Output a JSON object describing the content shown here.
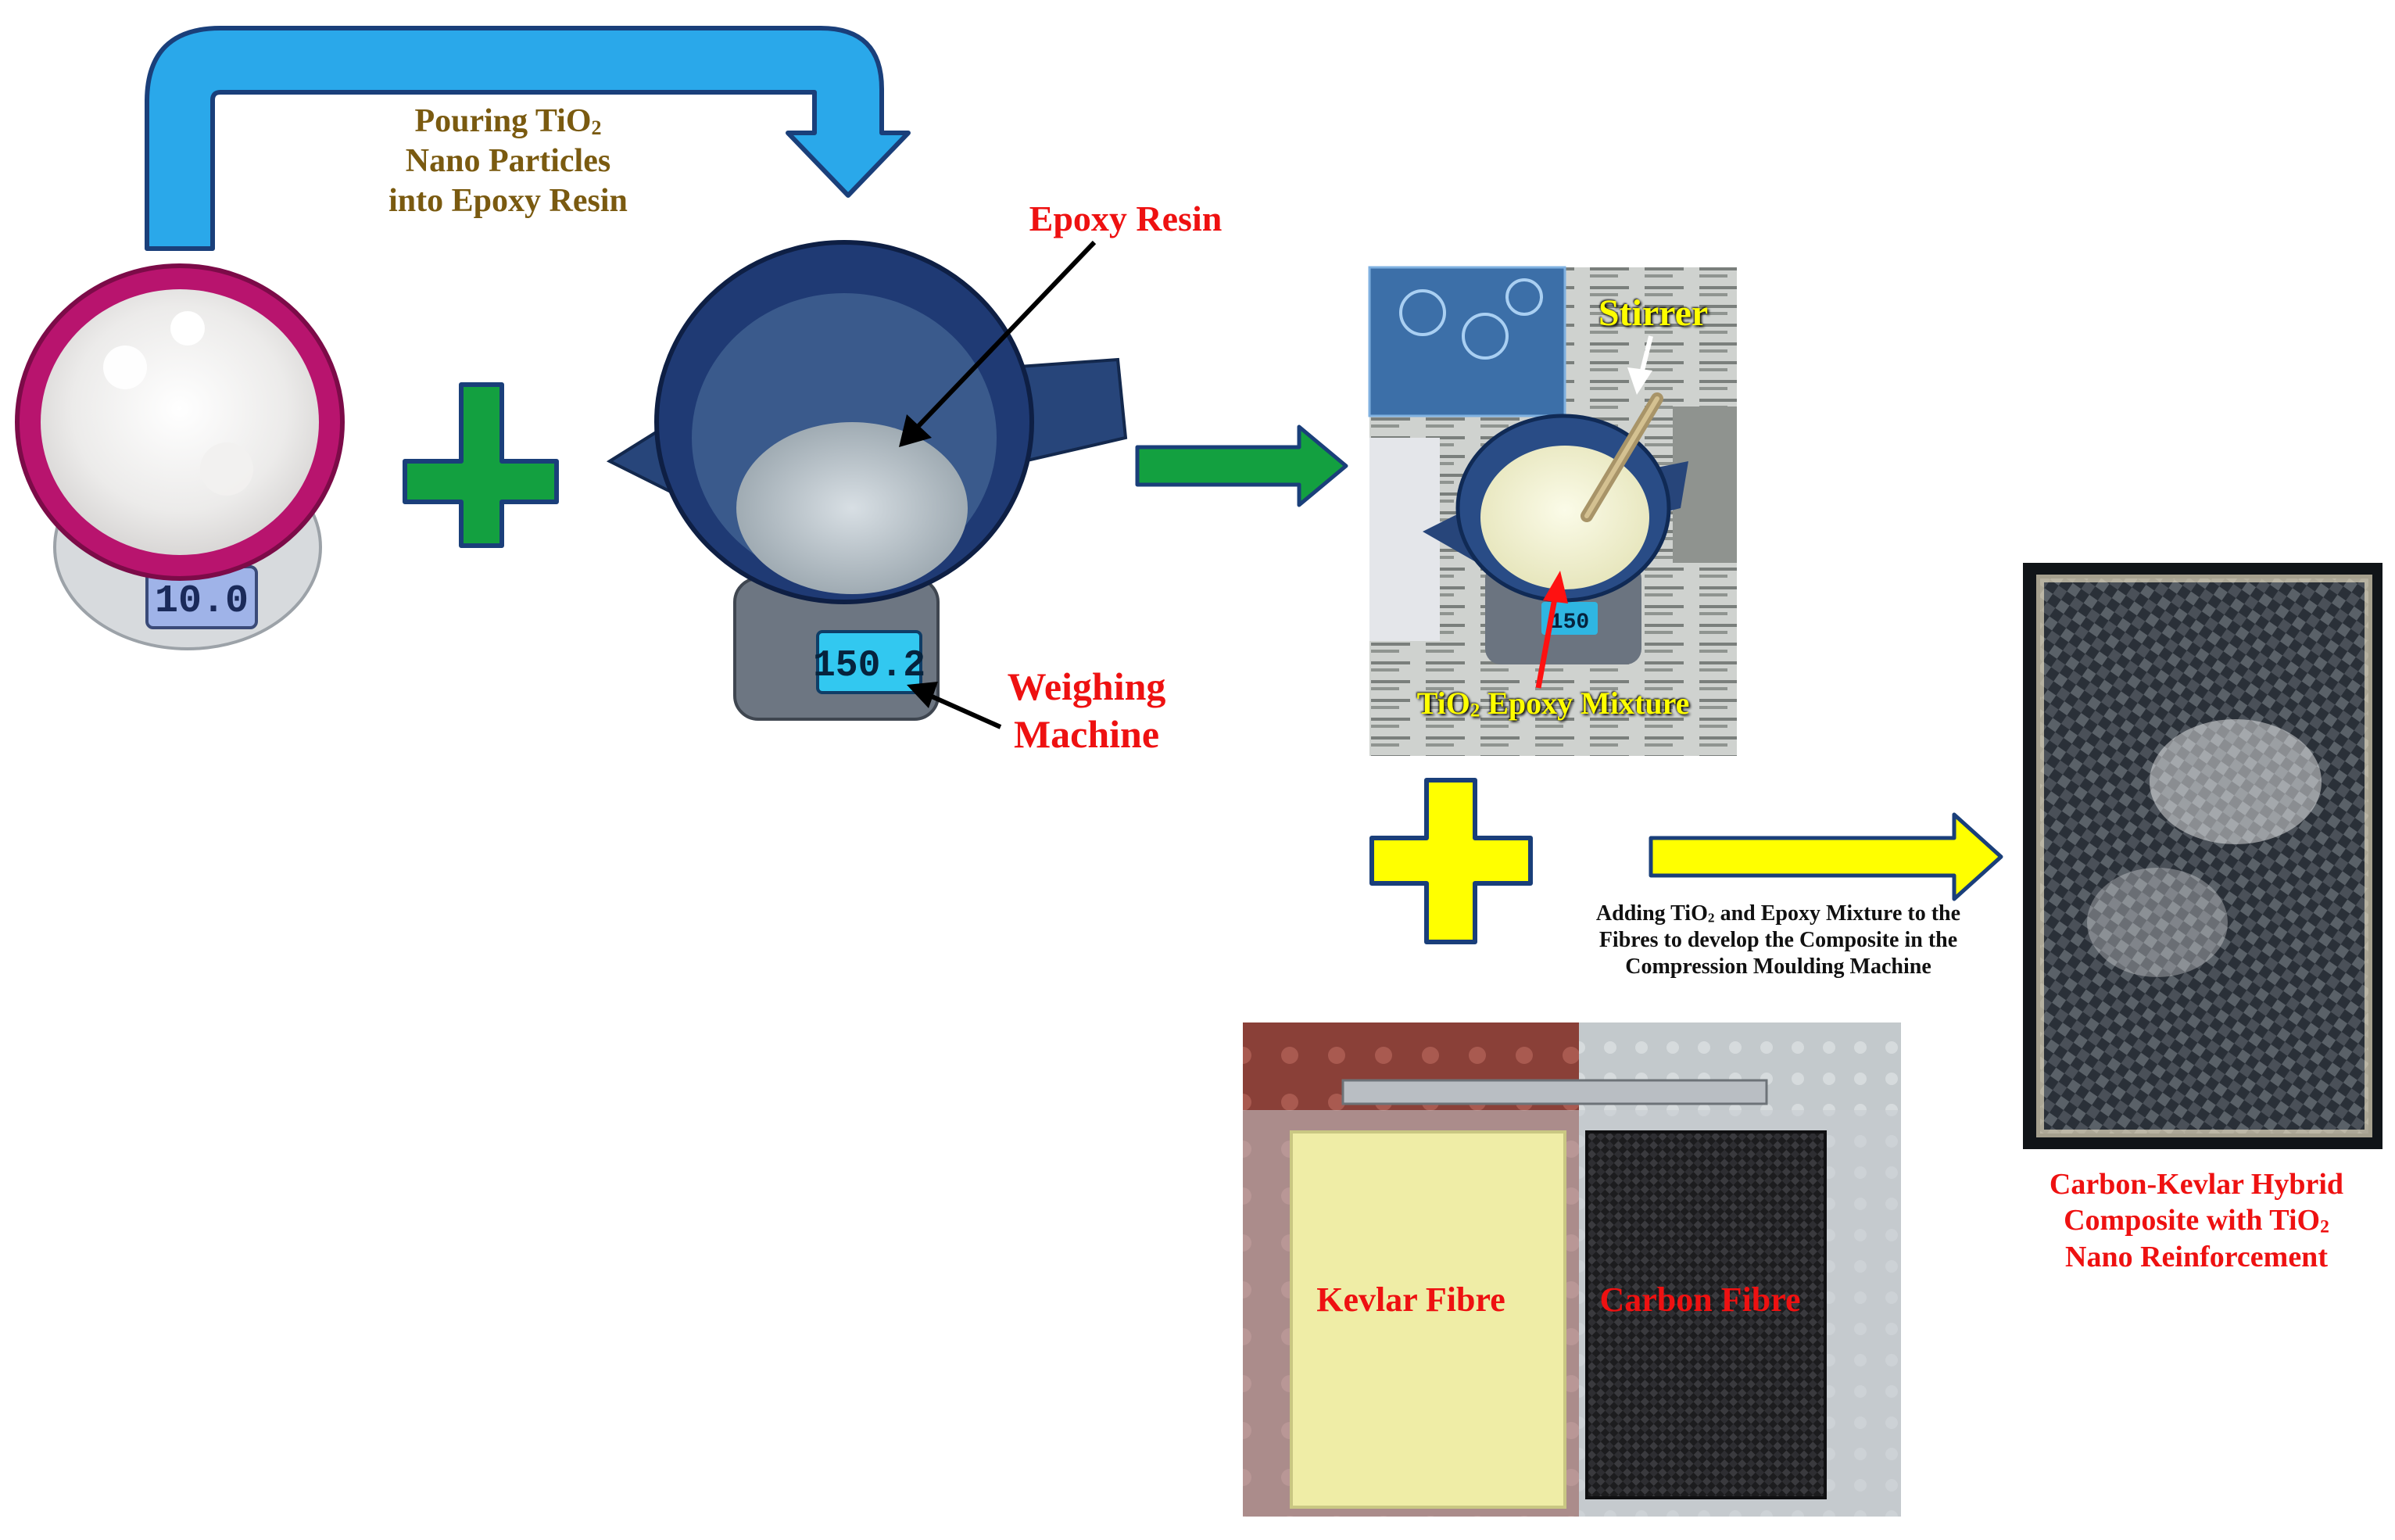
{
  "labels": {
    "pour_line1": "Pouring TiO",
    "pour_sub": "2",
    "pour_line2": "Nano Particles",
    "pour_line3": "into Epoxy Resin",
    "epoxy_resin": "Epoxy Resin",
    "weighing_line1": "Weighing",
    "weighing_line2": "Machine",
    "stirrer": "Stirrer",
    "mixture_pre": "TiO",
    "mixture_sub": "2",
    "mixture_post": " Epoxy Mixture",
    "adding_line1_pre": "Adding TiO",
    "adding_line1_sub": "2",
    "adding_line1_post": " and Epoxy Mixture to the",
    "adding_line2": "Fibres to develop the Composite in the",
    "adding_line3": "Compression Moulding Machine",
    "kevlar": "Kevlar Fibre",
    "carbon": "Carbon Fibre",
    "result_line1": "Carbon-Kevlar Hybrid",
    "result_line2_pre": "Composite with TiO",
    "result_line2_sub": "2",
    "result_line3": "Nano Reinforcement"
  },
  "scale_readouts": {
    "powder_scale": "10.0",
    "resin_scale": "150.2",
    "mixture_scale": "150"
  },
  "colors": {
    "blue_arrow": "#2aa8ea",
    "green": "#13a040",
    "yellow": "#ffff00",
    "label_red": "#ee1111",
    "label_brown": "#7a5a10",
    "dark_blue_outline": "#1a3f7a"
  }
}
